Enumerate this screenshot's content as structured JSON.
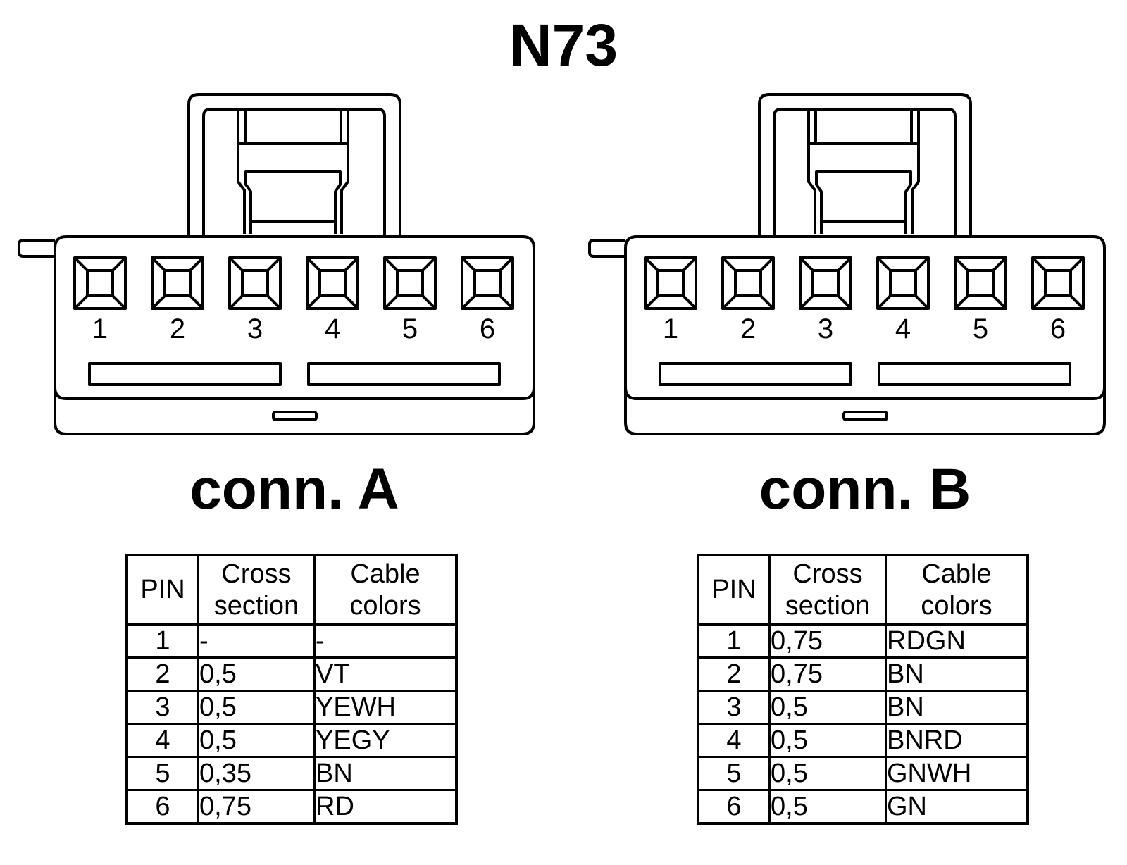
{
  "title": "N73",
  "connectors": [
    {
      "label": "conn. A",
      "pins": [
        "1",
        "2",
        "3",
        "4",
        "5",
        "6"
      ],
      "table": {
        "headers": [
          "PIN",
          "Cross section",
          "Cable colors"
        ],
        "rows": [
          {
            "pin": "1",
            "cross": "-",
            "color": "-"
          },
          {
            "pin": "2",
            "cross": "0,5",
            "color": "VT"
          },
          {
            "pin": "3",
            "cross": "0,5",
            "color": "YEWH"
          },
          {
            "pin": "4",
            "cross": "0,5",
            "color": "YEGY"
          },
          {
            "pin": "5",
            "cross": "0,35",
            "color": "BN"
          },
          {
            "pin": "6",
            "cross": "0,75",
            "color": "RD"
          }
        ]
      }
    },
    {
      "label": "conn. B",
      "pins": [
        "1",
        "2",
        "3",
        "4",
        "5",
        "6"
      ],
      "table": {
        "headers": [
          "PIN",
          "Cross section",
          "Cable colors"
        ],
        "rows": [
          {
            "pin": "1",
            "cross": "0,75",
            "color": "RDGN"
          },
          {
            "pin": "2",
            "cross": "0,75",
            "color": "BN"
          },
          {
            "pin": "3",
            "cross": "0,5",
            "color": "BN"
          },
          {
            "pin": "4",
            "cross": "0,5",
            "color": "BNRD"
          },
          {
            "pin": "5",
            "cross": "0,5",
            "color": "GNWH"
          },
          {
            "pin": "6",
            "cross": "0,5",
            "color": "GN"
          }
        ]
      }
    }
  ]
}
